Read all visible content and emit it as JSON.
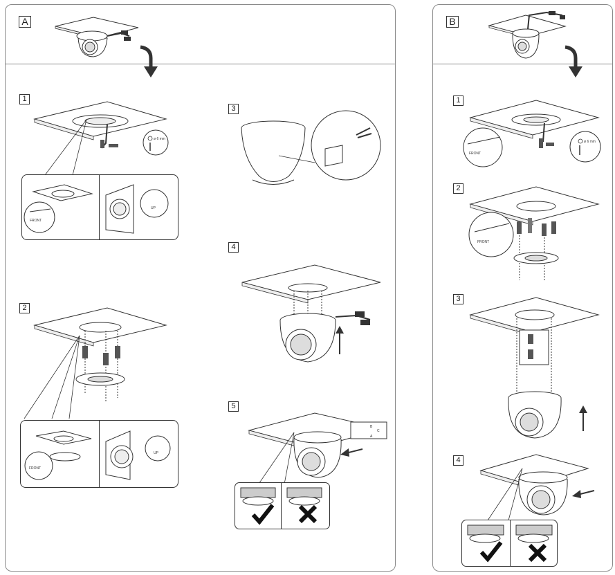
{
  "panel_a": {
    "label": "A",
    "steps": [
      "1",
      "2",
      "3",
      "4",
      "5"
    ],
    "drill_text": "ø 6 mm",
    "front_text": "FRONT",
    "up_text": "UP",
    "cable_labels": [
      "B",
      "C",
      "A"
    ]
  },
  "panel_b": {
    "label": "B",
    "steps": [
      "1",
      "2",
      "3",
      "4"
    ],
    "drill_text": "ø 6 mm",
    "front_text": "FRONT"
  },
  "colors": {
    "line": "#333333",
    "border": "#8a8a8a",
    "fill": "#ffffff",
    "shade": "#d9d9d9"
  },
  "icons": [
    "arrow-down-icon",
    "arrow-up-icon",
    "arrow-left-icon",
    "check-mark-icon",
    "cross-mark-icon"
  ]
}
